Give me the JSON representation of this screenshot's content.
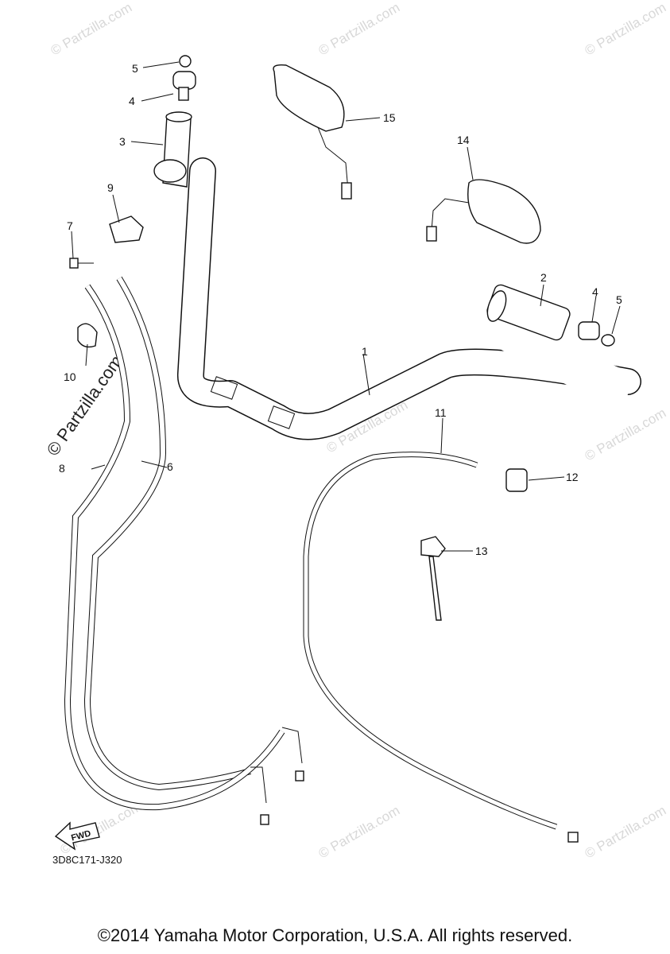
{
  "watermark": "© Partzilla.com",
  "watermark_main": "© Partzilla.com",
  "fwd_label": "FWD",
  "doc_code": "3D8C171-J320",
  "copyright": "©2014 Yamaha Motor Corporation, U.S.A. All rights reserved.",
  "parts": [
    {
      "number": "1"
    },
    {
      "number": "2"
    },
    {
      "number": "3"
    },
    {
      "number": "4"
    },
    {
      "number": "4"
    },
    {
      "number": "5"
    },
    {
      "number": "5"
    },
    {
      "number": "6"
    },
    {
      "number": "7"
    },
    {
      "number": "8"
    },
    {
      "number": "9"
    },
    {
      "number": "10"
    },
    {
      "number": "11"
    },
    {
      "number": "12"
    },
    {
      "number": "13"
    },
    {
      "number": "14"
    },
    {
      "number": "15"
    }
  ]
}
